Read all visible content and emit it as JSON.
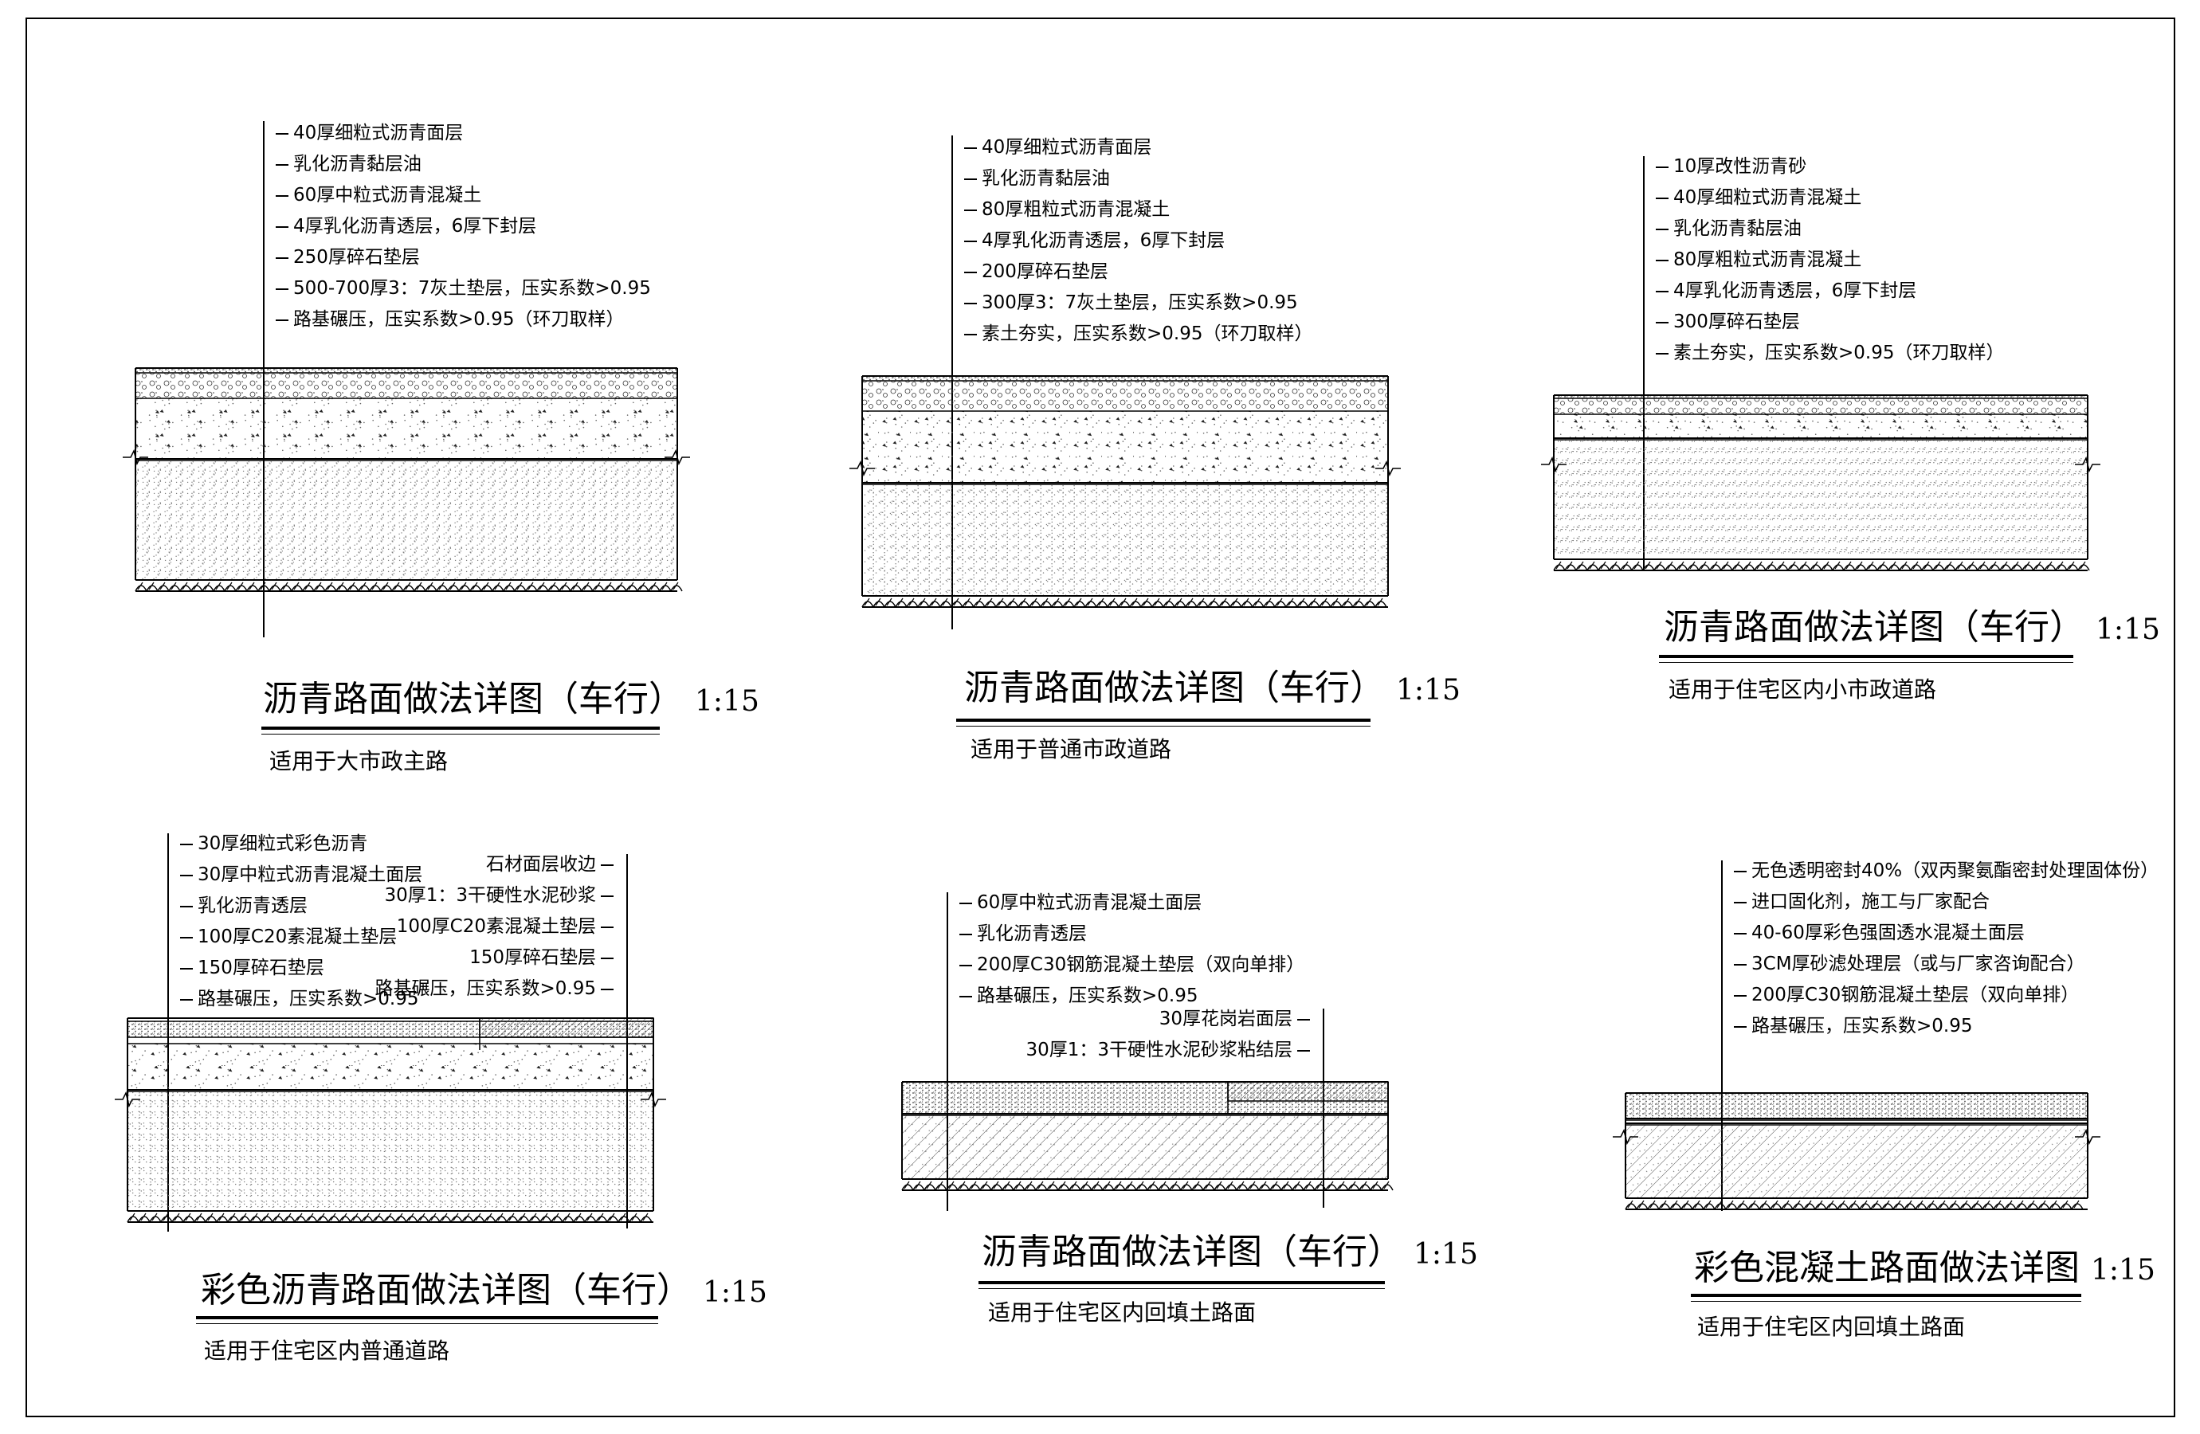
{
  "details": [
    {
      "id": "d1",
      "title": "沥青路面做法详图（车行）",
      "scale": "1:15",
      "subtitle": "适用于大市政主路",
      "notes": [
        "40厚细粒式沥青面层",
        "乳化沥青黏层油",
        "60厚中粒式沥青混凝土",
        "4厚乳化沥青透层，6厚下封层",
        "250厚碎石垫层",
        "500-700厚3：7灰土垫层，压实系数>0.95",
        "路基碾压，压实系数>0.95（环刀取样）"
      ]
    },
    {
      "id": "d2",
      "title": "沥青路面做法详图（车行）",
      "scale": "1:15",
      "subtitle": "适用于普通市政道路",
      "notes": [
        "40厚细粒式沥青面层",
        "乳化沥青黏层油",
        "80厚粗粒式沥青混凝土",
        "4厚乳化沥青透层，6厚下封层",
        "200厚碎石垫层",
        "300厚3：7灰土垫层，压实系数>0.95",
        "素土夯实，压实系数>0.95（环刀取样）"
      ]
    },
    {
      "id": "d3",
      "title": "沥青路面做法详图（车行）",
      "scale": "1:15",
      "subtitle": "适用于住宅区内小市政道路",
      "notes": [
        "10厚改性沥青砂",
        "40厚细粒式沥青混凝土",
        "乳化沥青黏层油",
        "80厚粗粒式沥青混凝土",
        "4厚乳化沥青透层，6厚下封层",
        "300厚碎石垫层",
        "素土夯实，压实系数>0.95（环刀取样）"
      ]
    },
    {
      "id": "d4",
      "title": "彩色沥青路面做法详图（车行）",
      "scale": "1:15",
      "subtitle": "适用于住宅区内普通道路",
      "notes": [
        "30厚细粒式彩色沥青",
        "30厚中粒式沥青混凝土面层",
        "乳化沥青透层",
        "100厚C20素混凝土垫层",
        "150厚碎石垫层",
        "路基碾压，压实系数>0.95"
      ],
      "notes_right": [
        "石材面层收边",
        "30厚1：3干硬性水泥砂浆",
        "100厚C20素混凝土垫层",
        "150厚碎石垫层",
        "路基碾压，压实系数>0.95"
      ]
    },
    {
      "id": "d5",
      "title": "沥青路面做法详图（车行）",
      "scale": "1:15",
      "subtitle": "适用于住宅区内回填土路面",
      "notes": [
        "60厚中粒式沥青混凝土面层",
        "乳化沥青透层",
        "200厚C30钢筋混凝土垫层（双向单排）",
        "路基碾压，压实系数>0.95"
      ],
      "notes_right": [
        "30厚花岗岩面层",
        "30厚1：3干硬性水泥砂浆粘结层"
      ]
    },
    {
      "id": "d6",
      "title": "彩色混凝土路面做法详图",
      "scale": "1:15",
      "subtitle": "适用于住宅区内回填土路面",
      "notes": [
        "无色透明密封40%（双丙聚氨酯密封处理固体份）",
        "进口固化剂，施工与厂家配合",
        "40-60厚彩色强固透水混凝土面层",
        "3CM厚砂滤处理层（或与厂家咨询配合）",
        "200厚C30钢筋混凝土垫层（双向单排）",
        "路基碾压，压实系数>0.95"
      ]
    }
  ]
}
